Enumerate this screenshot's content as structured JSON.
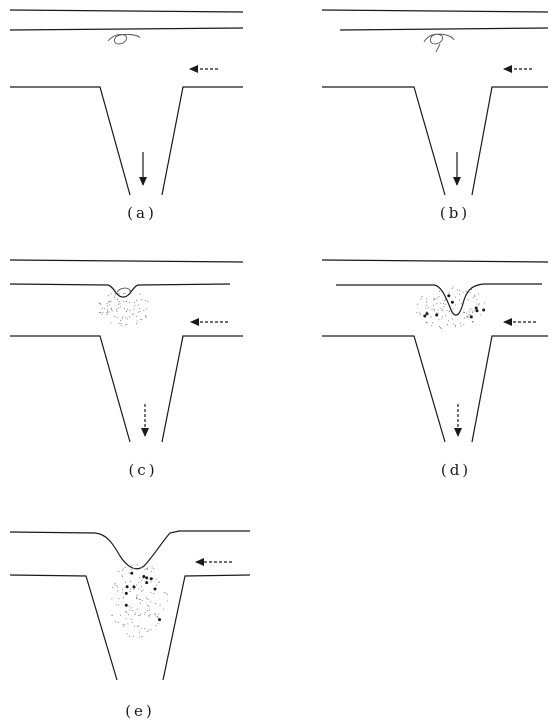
{
  "panels": [
    {
      "id": "a",
      "label": "(a)"
    },
    {
      "id": "b",
      "label": "(b)"
    },
    {
      "id": "c",
      "label": "(c)"
    },
    {
      "id": "d",
      "label": "(d)"
    },
    {
      "id": "e",
      "label": "(e)"
    }
  ],
  "colors": {
    "ink": "#1a1a1a",
    "stipple": "#777777"
  },
  "icons": {
    "flow": "dashed-left-arrow-icon",
    "drain": "down-arrow-icon"
  }
}
